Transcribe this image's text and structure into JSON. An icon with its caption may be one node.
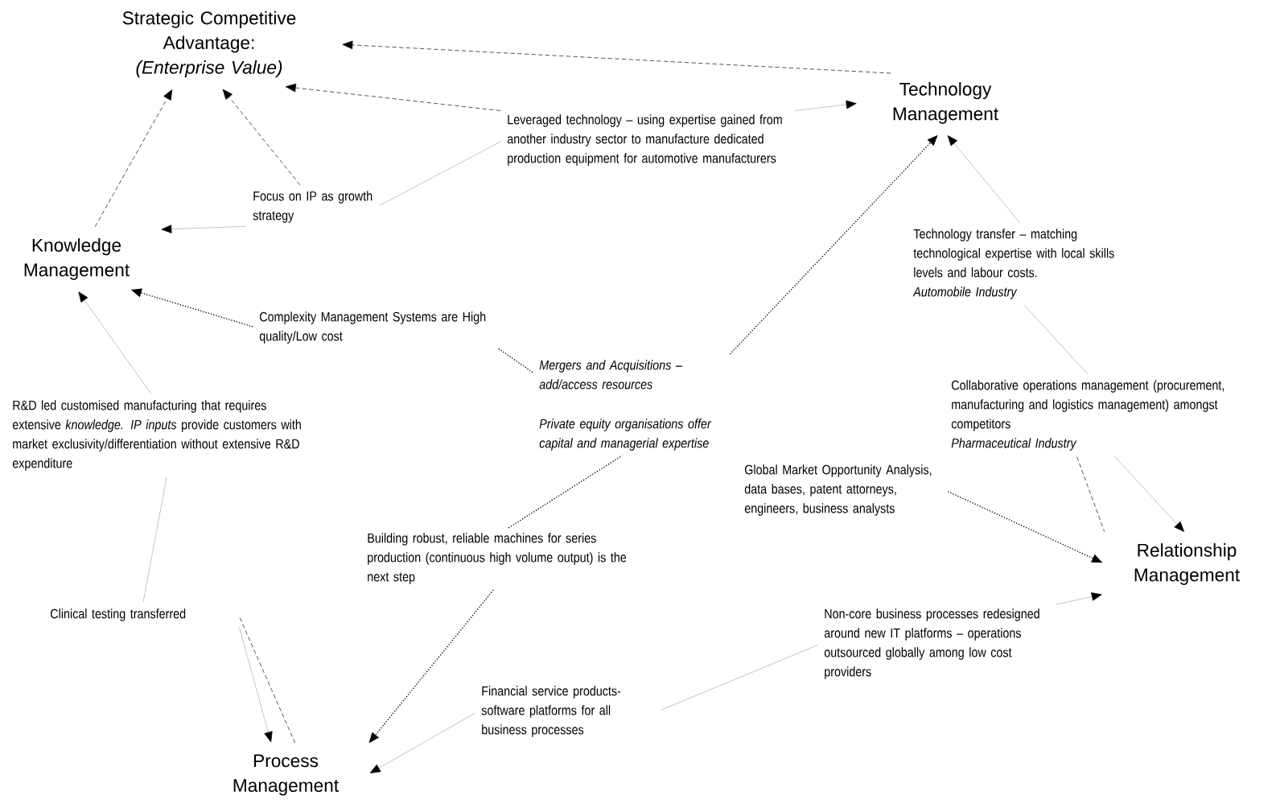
{
  "diagram": {
    "nodes": [
      {
        "text": [
          "Strategic Competitive Advantage:",
          "(Enterprise Value)"
        ]
      },
      {
        "text": [
          "Technology Management"
        ]
      },
      {
        "text": [
          "Knowledge Management"
        ]
      },
      {
        "text": [
          "Relationship Management"
        ]
      },
      {
        "text": [
          "Process Management"
        ]
      },
      {
        "text": [
          "Leveraged technology – using expertise gained from another industry sector to manufacture dedicated production equipment for automotive manufacturers"
        ]
      },
      {
        "text": [
          "Focus on IP as growth strategy"
        ]
      },
      {
        "text": [
          "Complexity Management Systems are High quality/Low cost"
        ]
      },
      {
        "text": [
          "Mergers and Acquisitions – add/access resources"
        ]
      },
      {
        "text": [
          "Private equity organisations offer capital and managerial expertise"
        ]
      },
      {
        "text": [
          "Technology transfer – matching technological expertise with local skills levels and labour costs.",
          "Automobile Industry"
        ]
      },
      {
        "text": [
          "Collaborative operations management (procurement, manufacturing and logistics management) amongst competitors",
          "Pharmaceutical Industry"
        ]
      },
      {
        "text": [
          "R&D led customised manufacturing that requires extensive *knowledge.* *IP inputs* provide customers with market exclusivity/differentiation without extensive R&D expenditure"
        ]
      },
      {
        "text": [
          "Global Market Opportunity Analysis, data bases, patent attorneys, engineers, business analysts"
        ]
      },
      {
        "text": [
          "Building robust, reliable machines for series production (continuous high volume output) is the next step"
        ]
      },
      {
        "text": [
          "Clinical testing transferred"
        ]
      },
      {
        "text": [
          "Financial service products- software platforms for all business processes"
        ]
      },
      {
        "text": [
          "Non-core business processes redesigned around new IT platforms – operations outsourced globally among low cost providers"
        ]
      }
    ],
    "edges": [
      {
        "from": 1,
        "to": 0,
        "arrow": "to",
        "style": "dashed"
      },
      {
        "from": 2,
        "to": 0,
        "arrow": "to",
        "style": "dashed"
      },
      {
        "from": 6,
        "to": 0,
        "arrow": "to",
        "style": "dashed"
      },
      {
        "from": 5,
        "to": 0,
        "arrow": "to",
        "style": "dashed"
      },
      {
        "from": 5,
        "to": 6,
        "arrow": "none",
        "color": "#a6a6a6"
      },
      {
        "from": 5,
        "to": 1,
        "arrow": "to",
        "color": "#a6a6a6"
      },
      {
        "from": 6,
        "to": 2,
        "arrow": "to",
        "color": "#a6a6a6"
      },
      {
        "from": 7,
        "to": 2,
        "arrow": "to",
        "style": "dashed"
      },
      {
        "from": 7,
        "to": 8,
        "arrow": "none",
        "style": "dashed"
      },
      {
        "from": 8,
        "to": 1,
        "arrow": "to",
        "style": "dashed"
      },
      {
        "from": 14,
        "to": 9,
        "arrow": "none",
        "style": "dashed"
      },
      {
        "from": 14,
        "to": 4,
        "arrow": "to",
        "style": "dashed"
      },
      {
        "from": 12,
        "to": 2,
        "arrow": "to",
        "color": "#a6a6a6"
      },
      {
        "from": 12,
        "to": 15,
        "arrow": "none",
        "color": "#a6a6a6"
      },
      {
        "from": 15,
        "to": 4,
        "arrow": "to",
        "color": "#a6a6a6"
      },
      {
        "from": 15,
        "to": 4,
        "arrow": "none",
        "style": "dashed"
      },
      {
        "from": 16,
        "to": 4,
        "arrow": "to",
        "color": "#a6a6a6"
      },
      {
        "from": 17,
        "to": 16,
        "arrow": "none",
        "color": "#a6a6a6"
      },
      {
        "from": 17,
        "to": 3,
        "arrow": "to",
        "color": "#a6a6a6"
      },
      {
        "from": 13,
        "to": 3,
        "arrow": "to",
        "style": "dashed"
      },
      {
        "from": 11,
        "to": 3,
        "arrow": "to",
        "color": "#a6a6a6"
      },
      {
        "from": 11,
        "to": 3,
        "arrow": "none",
        "style": "dashed"
      },
      {
        "from": 10,
        "to": 1,
        "arrow": "to",
        "color": "#a6a6a6"
      },
      {
        "from": 11,
        "to": 10,
        "arrow": "none",
        "color": "#a6a6a6"
      }
    ]
  }
}
